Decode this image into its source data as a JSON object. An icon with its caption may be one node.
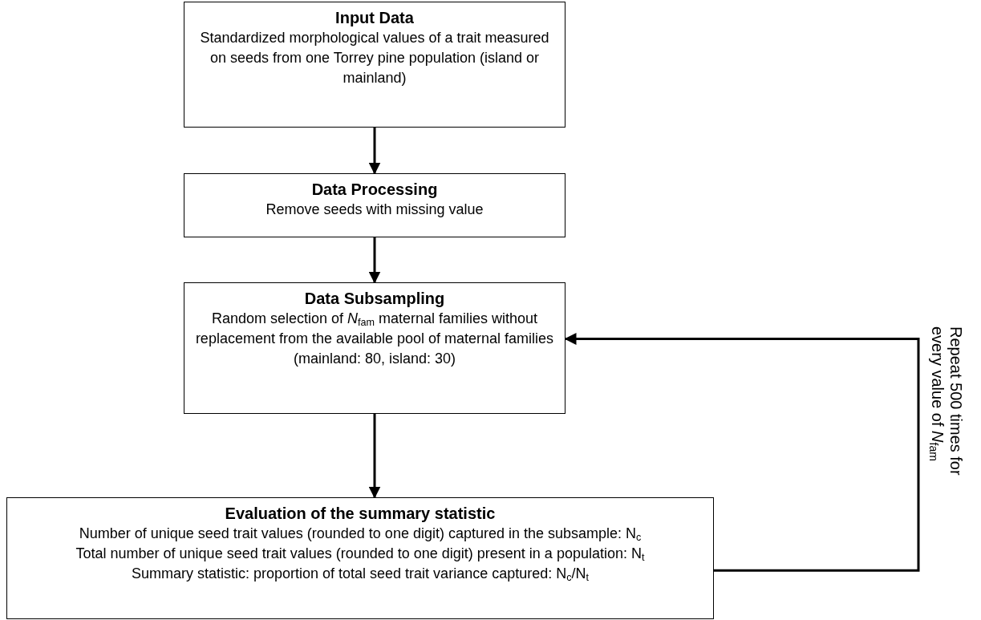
{
  "diagram": {
    "nodes": [
      {
        "text": [
          "Input Data",
          "Standardized morphological values of a trait measured on seeds from one Torrey pine population (island or mainland)"
        ]
      },
      {
        "text": [
          "Data Processing",
          "Remove seeds with missing value"
        ]
      },
      {
        "text": [
          "Data Subsampling",
          "Random selection of *N*$_{fam}$ maternal families without replacement from the available pool of maternal families (mainland: 80, island: 30)"
        ]
      },
      {
        "text": [
          "Evaluation of the summary statistic",
          "Number of unique seed trait values (rounded to one digit) captured in the subsample: N$_{c}$",
          "Total number of unique seed trait values (rounded to one digit) present in a population: N$_{t}$",
          "Summary statistic: proportion of total seed trait variance captured: N$_{c}$/N$_{t}$"
        ]
      }
    ],
    "edges": [
      {
        "from": 0,
        "to": 1,
        "arrow": "to"
      },
      {
        "from": 1,
        "to": 2,
        "arrow": "to"
      },
      {
        "from": 2,
        "to": 3,
        "arrow": "to"
      },
      {
        "from": 3,
        "to": 2,
        "arrow": "to",
        "label": "Repeat 500 times for every value of *N*$_{fam}$"
      }
    ]
  }
}
